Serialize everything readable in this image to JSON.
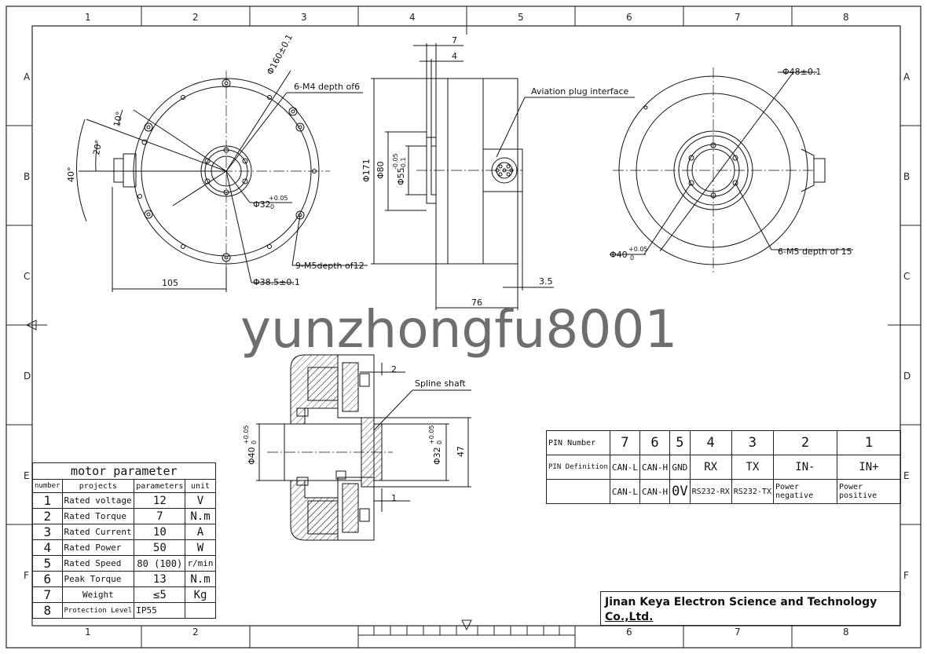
{
  "grid": {
    "columns": [
      "1",
      "2",
      "3",
      "4",
      "5",
      "6",
      "7",
      "8"
    ],
    "rows": [
      "A",
      "B",
      "C",
      "D",
      "E",
      "F"
    ]
  },
  "watermark": "yunzhongfu8001",
  "front_view": {
    "dims": {
      "d160": "Φ160±0.1",
      "m4": "6-M4 depth of6",
      "a10": "10°",
      "a20": "20°",
      "a40": "40°",
      "d32": "Φ32",
      "d32_tol": "+0.05",
      "d32_tol0": "0",
      "m5": "9-M5depth of12",
      "d385": "Φ38.5±0.1",
      "w105": "105"
    }
  },
  "side_view": {
    "dims": {
      "d7": "7",
      "d4": "4",
      "plug": "Aviation plug interface",
      "d171": "Φ171",
      "d80": "Φ80",
      "d55": "Φ55",
      "d55_tol": "-0.05",
      "d55_tol2": "-0.1",
      "d35": "3.5",
      "d76": "76"
    }
  },
  "rear_view": {
    "dims": {
      "d48": "Φ48±0.1",
      "d40": "Φ40",
      "d40_tol": "+0.05",
      "d40_tol0": "0",
      "m5": "6-M5 depth of 15"
    }
  },
  "section_view": {
    "dims": {
      "d2": "2",
      "spline": "Spline shaft",
      "d40": "Φ40",
      "d40_tol": "+0.05",
      "d40_tol0": "0",
      "d32": "Φ32",
      "d32_tol": "+0.05",
      "d32_tol0": "0",
      "d47": "47",
      "d1": "1"
    }
  },
  "motor_parameter": {
    "title": "motor parameter",
    "headers": [
      "number",
      "projects",
      "parameters",
      "unit"
    ],
    "rows": [
      {
        "number": "1",
        "project": "Rated voltage",
        "parameter": "12",
        "unit": "V"
      },
      {
        "number": "2",
        "project": "Rated Torque",
        "parameter": "7",
        "unit": "N.m"
      },
      {
        "number": "3",
        "project": "Rated Current",
        "parameter": "10",
        "unit": "A"
      },
      {
        "number": "4",
        "project": "Rated Power",
        "parameter": "50",
        "unit": "W"
      },
      {
        "number": "5",
        "project": "Rated Speed",
        "parameter": "80 (100)",
        "unit": "r/min"
      },
      {
        "number": "6",
        "project": "Peak Torque",
        "parameter": "13",
        "unit": "N.m"
      },
      {
        "number": "7",
        "project": "Weight",
        "parameter": "≤5",
        "unit": "Kg"
      },
      {
        "number": "8",
        "project": "Protection Level",
        "parameter": "IP55",
        "unit": ""
      }
    ]
  },
  "pin_table": {
    "row_labels": [
      "PIN Number",
      "PIN Definition",
      ""
    ],
    "pins": [
      {
        "number": "7",
        "definition": "CAN-L",
        "description": "CAN-L"
      },
      {
        "number": "6",
        "definition": "CAN-H",
        "description": "CAN-H"
      },
      {
        "number": "5",
        "definition": "GND",
        "description": "0V"
      },
      {
        "number": "4",
        "definition": "RX",
        "description": "RS232-RX"
      },
      {
        "number": "3",
        "definition": "TX",
        "description": "RS232-TX"
      },
      {
        "number": "2",
        "definition": "IN-",
        "description": "Power negative"
      },
      {
        "number": "1",
        "definition": "IN+",
        "description": "Power positive"
      }
    ]
  },
  "title_block": {
    "line1": "Jinan Keya Electron Science and Technology",
    "line2": "Co.,Ltd."
  },
  "colors": {
    "line": "#111111",
    "watermark": "#6e6e6e",
    "background": "#ffffff"
  }
}
